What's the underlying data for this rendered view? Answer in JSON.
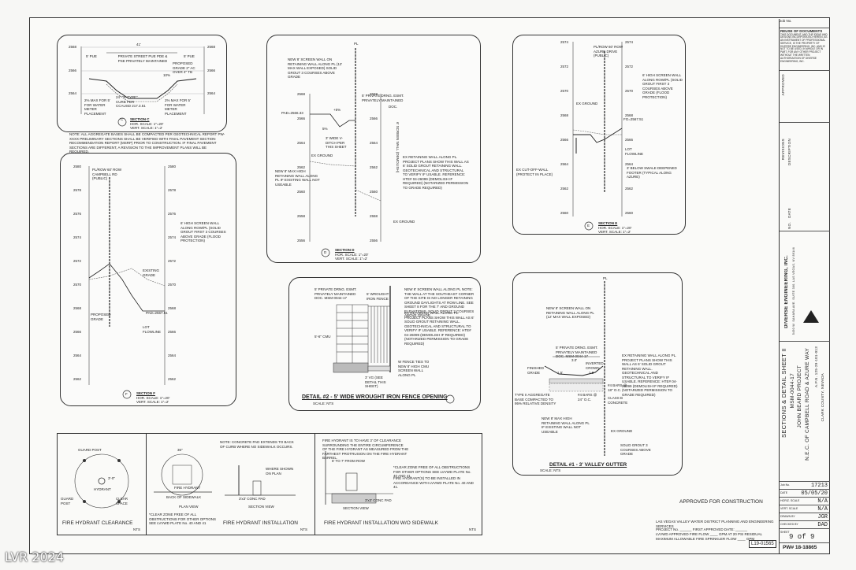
{
  "title_block": {
    "job_no_label": "Job No.",
    "reuse_title": "REUSE OF DOCUMENTS",
    "reuse_body": "THIS DOCUMENT, AND THE IDEAS AND DESIGNS INCORPORATED HEREIN, AS AN INSTRUMENT OF PROFESSIONAL SERVICE, IS THE PROPERTY OF DIVERSE ENGINEERING, INC. AND IS NOT TO BE USED, IN WHOLE OR IN PART, FOR ANY OTHER PROJECT WITHOUT THE WRITTEN AUTHORIZATION OF DIVERSE ENGINEERING, INC.",
    "approved_label": "APPROVED",
    "revisions_label": "REVISIONS",
    "description_label": "DESCRIPTION",
    "no_label": "NO.",
    "date_label": "DATE",
    "firm_name": "DIVERSE ENGINEERING, INC.",
    "firm_address": "5450 W. SAHARA AVE. SUITE 300, LAS VEGAS, NV 89146",
    "sheet_title": "SECTIONS & DETAIL SHEET II",
    "project_line1": "MSM-0044-17",
    "project_line2": "JOHN BEARD PROJECT",
    "project_line3": "N.E.C. OF CAMPBELL ROAD & AZURE WAY",
    "apn": "A.P.N. 125-29-101-013",
    "county": "CLARK COUNTY, NEVADA",
    "job_number": "17213",
    "date_value": "05/05/20",
    "horiz_scale_label": "HORIZ. SCALE",
    "horiz_scale": "N/A",
    "vert_scale_label": "VERT. SCALE",
    "vert_scale": "N/A",
    "drawn_by_label": "DRAWN BY",
    "drawn_by": "JGR",
    "checked_by_label": "CHECKED BY",
    "checked_by": "DAD",
    "sheet_label": "SHEET",
    "sheet_number": "9 of 9",
    "pw_number": "PW# 18-18865",
    "l19": "L19-01565"
  },
  "approved_for_construction": "APPROVED FOR CONSTRUCTION",
  "water_district": "LAS VEGAS VALLEY WATER DISTRICT PLANNING AND ENGINEERING SERVICES",
  "sections": {
    "c": {
      "title": "SECTION C",
      "hor": "HOR. SCALE: 1\"=20'",
      "vert": "VERT. SCALE: 1\"=2'",
      "letter": "C"
    },
    "d": {
      "title": "SECTION D",
      "hor": "HOR. SCALE: 1\"=20'",
      "vert": "VERT. SCALE: 1\"=2'",
      "letter": "D"
    },
    "e": {
      "title": "SECTION E",
      "hor": "HOR. SCALE: 1\"=20'",
      "vert": "VERT. SCALE: 1\"=2'",
      "letter": "E"
    },
    "f": {
      "title": "SECTION F",
      "hor": "HOR. SCALE: 1\"=20'",
      "vert": "VERT. SCALE: 1\"=2'",
      "letter": "F"
    }
  },
  "details": {
    "d2": {
      "title": "DETAIL #2 - 5' WIDE WROUGHT IRON FENCE OPENING",
      "scale": "SCALE: NTS"
    },
    "d1": {
      "title": "DETAIL #1 - 3' VALLEY GUTTER",
      "scale": "SCALE: NTS"
    },
    "clearance": {
      "title": "FIRE HYDRANT CLEARANCE",
      "nts": "NTS"
    },
    "install": {
      "title": "FIRE HYDRANT INSTALLATION",
      "nts": "NTS"
    },
    "install_no_sw": {
      "title": "FIRE HYDRANT INSTALLATION W/O SIDEWALK",
      "nts": "NTS"
    }
  },
  "section_c_notes": "NOTE: ALL AGGREGATE BASES SHALL BE COMPACTED PER GEOTECHNICAL REPORT PW-XXXX PRELIMINARY SECTIONS SHALL BE VERIFIED WITH FINAL PAVEMENT SECTION RECOMMENDATION REPORT (MSRP) PRIOR TO CONSTRUCTION. IF FINAL PAVEMENT SECTIONS ARE DIFFERENT, A REVISION TO THE IMPROVEMENT PLANS WILL BE REQUIRED.",
  "section_c_labels": {
    "street": "PRIVATE STREET PUE PDE & PSE PRIVATELY MAINTAINED",
    "pue_l": "5' PUE",
    "pue_r": "5' PUE",
    "grade": "PROPOSED GRADE 2\" AC OVER 4\" TB",
    "max_l": "2% MAX FOR 5' FOR WATER METER PLACEMENT",
    "max_r": "2% MAX FOR 5' FOR WATER METER PLACEMENT",
    "curb": "24\" \"R-TYPE\" CURB PER CCAUSD 217.3.51",
    "pct": "10%",
    "width": "41'",
    "elev_top": "2568",
    "elev_bot": "2564",
    "elev_mid": "2566"
  },
  "section_d_labels": {
    "pl": "PL",
    "wall": "NEW 8' SCREEN WALL ON RETAINING WALL ALONG PL (12' MAX WALL EXPOSED) SOLID GROUT 3 COURSES ABOVE GRADE",
    "esmt": "5' PRIVATE DRNG. ESMT. PRIVATELY MAINTAINED",
    "doc": "DOC.",
    "pad": "PAD=2566.33",
    "swale": "3' WIDE V-DITCH PER THIS SHEET",
    "ex_ground": "EX GROUND",
    "ret_wall": "NEW 8' MAX HIGH RETAINING WALL ALONG PL IF EXISTING WALL NOT USEABLE",
    "ex_ret": "EX RETAINING WALL ALONG PL. PROJECT PLANS SHOW THIS WALL AS 6' SOLID GROUT RETAINING WALL. GEOTECHNICAL AND STRUCTURAL TO VERIFY IF USABLE. REFERENCE: HTE# 04-26099 (DEMOLISH IF REQUIRED) (NOTARIZED PERMISSION TO GRADE REQUIRED)",
    "screen": "6' SCREEN WALL (DEMOLISH)",
    "ex_ground2": "EX GROUND",
    "pct1": "+5%",
    "pct2": "5%",
    "elevs": [
      "2568",
      "2566",
      "2564",
      "2562",
      "2560",
      "2558",
      "2556"
    ]
  },
  "section_e_labels": {
    "row": "PL/ROW 60' ROW AZURE DRIVE (PUBLIC)",
    "wall": "6' HIGH SCREEN WALL ALONG ROW/PL (SOLID GROUT FIRST 3 COURSES ABOVE GRADE (FLOOD PROTECTION)",
    "ex_ground": "EX GROUND",
    "pad": "FG=2567.51",
    "flow": "LOT FLOWLINE",
    "cutoff": "EX CUT-OFF-WALL (PROTECT IN PLACE)",
    "footer": "3' BELOW SWALE DEEPENED FOOTER (TYPICAL ALONG AZURE)",
    "elevs": [
      "2574",
      "2572",
      "2570",
      "2568",
      "2566",
      "2564",
      "2562",
      "2560"
    ]
  },
  "section_f_labels": {
    "row": "PL/ROW 60' ROW CAMPBELL RD (PUBLIC)",
    "wall": "6' HIGH SCREEN WALL ALONG ROW/PL (SOLID GROUT FIRST 3 COURSES ABOVE GRADE (FLOOD PROTECTION)",
    "existing": "EXISTING GRADE",
    "pad": "PAD=2567.51",
    "proposed": "PROPOSED GRADE",
    "flow": "LOT FLOWLINE",
    "elevs": [
      "2580",
      "2578",
      "2576",
      "2574",
      "2572",
      "2570",
      "2568",
      "2566",
      "2564",
      "2562"
    ]
  },
  "detail2_labels": {
    "esmt": "5' PRIVATE DRNG. ESMT. PRIVATELY MAINTAINED DOC. MSM-0044-17",
    "fence": "5' WROUGHT IRON FENCE",
    "wall_note": "NEW 8' SCREEN WALL ALONG PL NOTE: THE WALL AT THE SOUTHEAST CORNER OF THE SITE IS NO LONGER RETAINING GROUND DAYLIGHTS AT ROW LINE. SEE SHEET 8 FOR THE 7' AND GROUND ELEVATIONS. SOLID GROUT 3 COURSES ABOVE GRADE.",
    "ex_note": "EX RETAINING WALL ALONG PL. PROJECT PLANS SHOW THIS WALL AS 6' SOLID GROUT RETAINING WALL. GEOTECHNICAL AND STRUCTURAL TO VERIFY IF USABLE. REFERENCE: HTE# 04-26099 (DEMOLISH IF REQUIRED) (NOTARIZED PERMISSION TO GRADE REQUIRED)",
    "cmu": "5'-6\" CMU",
    "fence_ties": "W FENCE TIES TO NEW 8' HIGH CMU SCREEN WALL ALONG PL",
    "vg": "3' VG (SEE DETAIL THIS SHEET)"
  },
  "detail1_labels": {
    "pl": "PL",
    "wall": "NEW 8' SCREEN WALL ON RETAINING WALL ALONG PL (12' MAX WALL EXPOSED)",
    "esmt": "5' PRIVATE DRNG. ESMT. PRIVATELY MAINTAINED DOC. MSM-0044-17",
    "ex_ret": "EX RETAINING WALL ALONG PL. PROJECT PLANS SHOW THIS WALL AS 6' SOLID GROUT RETAINING WALL. GEOTECHNICAL AND STRUCTURAL TO VERIFY IF USABLE. REFERENCE: HTE# 04-26099 (DEMOLISH IF REQUIRED) (NOTARIZED PERMISSION TO GRADE REQUIRED)",
    "finished": "FINISHED GRADE",
    "inverted": "INVERTED CROWN",
    "bars1": "#4 BARS @ 18\" O.C.",
    "bars2": "#4 BARS @ 24\" O.C.",
    "concrete": "CLASS B CONCRETE",
    "base": "TYPE II AGGREGATE BASE COMPACTED TO 95% RELATIVE DENSITY",
    "retaining": "NEW 8' MAX HIGH RETAINING WALL ALONG PL IF EXISTING WALL NOT USEABLE",
    "ex_ground": "EX GROUND",
    "solid": "SOLID GROUT 3 COURSES ABOVE GRADE",
    "dims": [
      "3.0'",
      "1.5'",
      "1.5'"
    ]
  },
  "hydrant_clearance_labels": {
    "guard1": "GUARD POST",
    "guard2": "GUARD POST",
    "clear": "CLEAR SPACE",
    "hyd": "HYDRANT",
    "dim": "3'-0\"",
    "note": "*CLEAR ZONE FREE OF ALL OBSTRUCTIONS FOR OTHER OPTIONS SEE LVVWD PLATE No. 40 AND 41"
  },
  "hydrant_install_labels": {
    "note": "NOTE: CONCRETE PAD EXTENDS TO BACK OF CURB WHERE NO SIDEWALK OCCURS.",
    "dim": "36\"",
    "hydrant": "FIRE HYDRANT",
    "sidewalk": "BACK OF SIDEWALK",
    "plan": "PLAN VIEW",
    "section": "SECTION VIEW",
    "pad": "3'x3' CONC PAD",
    "where": "WHERE SHOWN ON PLAN",
    "clear_note": "*CLEAR ZONE FREE OF ALL OBSTRUCTIONS FOR OTHER OPTIONS SEE LVVWD PLATE No. 40 AND 41"
  },
  "hydrant_wo_labels": {
    "note": "FIRE HYDRANT IS TO HAVE 3' OF CLEARANCE SURROUNDING THE ENTIRE CIRCUMFERENCE OF THE FIRE HYDRANT AS MEASURED FROM THE FARTHEST PROTRUSION ON THE FIRE HYDRANT BARREL.",
    "from_row": "6' TO 7' FROM ROW",
    "clear": "*CLEAR ZONE FREE OF ALL OBSTRUCTIONS FOR OTHER OPTIONS SEE LVVWD PLATE No. 40 AND 41.",
    "install": "FIRE HYDRANT(S) TO BE INSTALLED IN ACCORDANCE WITH LVVWD PLATE No. 40 AND 41.",
    "section": "SECTION VIEW",
    "pad": "3'x3' CONC PAD"
  },
  "project_lines": {
    "line1": "PROJECT No. ______ FIRST APPROVED DATE: ______",
    "line2": "LVVWD APPROVED FIRE FLOW ____ GPM AT 20 PSI RESIDUAL",
    "line3": "MAXIMUM ALLOWABLE FIRE SPRINKLER FLOW ____ GPM"
  },
  "watermark": "LVR 2024"
}
